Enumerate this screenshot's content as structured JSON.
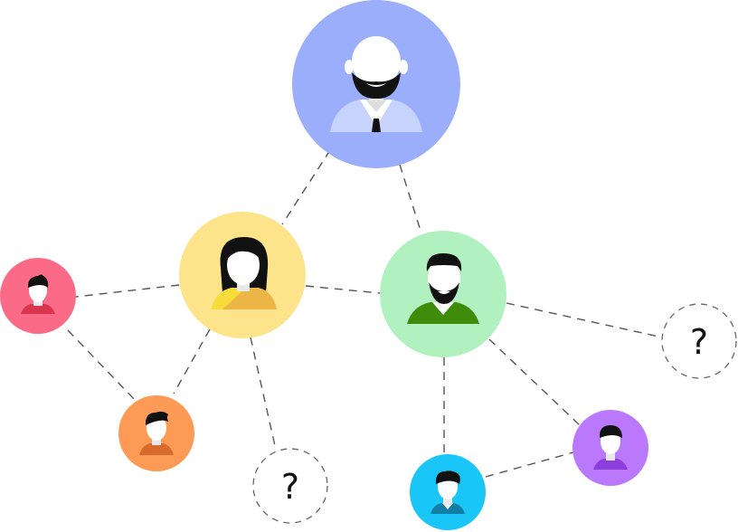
{
  "colors": {
    "edge": "#555555",
    "root": "#9aaefc",
    "yellow": "#fde38a",
    "green": "#b0f1bf",
    "pink": "#fb6b87",
    "orange": "#fd9a56",
    "cyan": "#1ac6f7",
    "purple": "#ba78fc",
    "unknown_border": "#666666"
  },
  "nodes": [
    {
      "id": "root",
      "kind": "person",
      "role": "bald-bearded-man-with-tie",
      "icon": "man-beard-tie-icon"
    },
    {
      "id": "woman",
      "kind": "person",
      "role": "woman",
      "icon": "woman-icon"
    },
    {
      "id": "bearded",
      "kind": "person",
      "role": "bearded-man",
      "icon": "man-beard-icon"
    },
    {
      "id": "pink",
      "kind": "person",
      "role": "man",
      "icon": "man-icon"
    },
    {
      "id": "orange",
      "kind": "person",
      "role": "man",
      "icon": "man-icon"
    },
    {
      "id": "cyan",
      "kind": "person",
      "role": "man",
      "icon": "man-icon"
    },
    {
      "id": "purple",
      "kind": "person",
      "role": "man",
      "icon": "man-icon"
    },
    {
      "id": "unknown1",
      "kind": "unknown",
      "label": "?"
    },
    {
      "id": "unknown2",
      "kind": "unknown",
      "label": "?"
    }
  ],
  "edges": [
    [
      "root",
      "woman"
    ],
    [
      "root",
      "bearded"
    ],
    [
      "woman",
      "bearded"
    ],
    [
      "woman",
      "pink"
    ],
    [
      "woman",
      "orange"
    ],
    [
      "woman",
      "unknown1"
    ],
    [
      "pink",
      "orange"
    ],
    [
      "bearded",
      "unknown2"
    ],
    [
      "bearded",
      "cyan"
    ],
    [
      "bearded",
      "purple"
    ],
    [
      "cyan",
      "purple"
    ]
  ]
}
